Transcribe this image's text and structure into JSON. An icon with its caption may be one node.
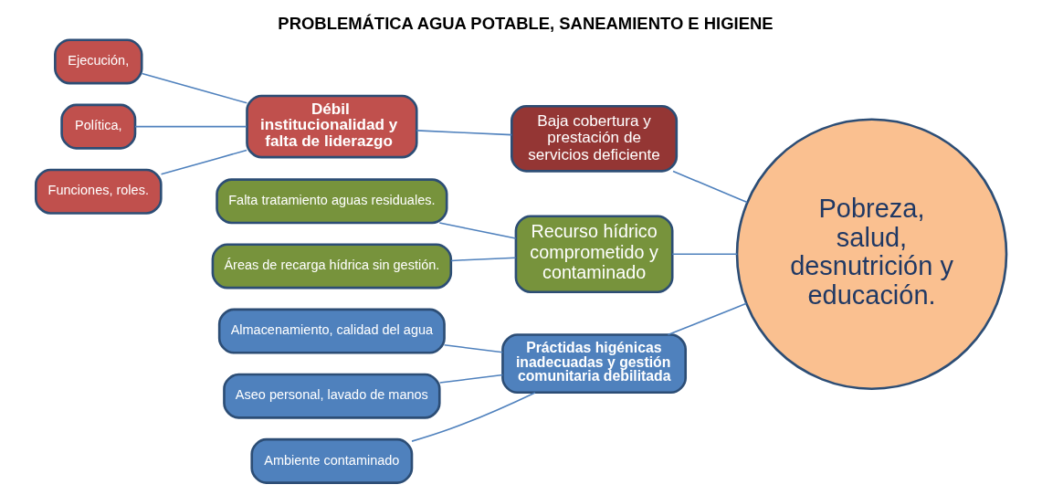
{
  "diagram": {
    "title": "PROBLEMÁTICA AGUA POTABLE, SANEAMIENTO E HIGIENE",
    "nodes": [
      {
        "text": [
          "Ejecución,"
        ]
      },
      {
        "text": [
          "Política,"
        ]
      },
      {
        "text": [
          "Funciones, roles."
        ]
      },
      {
        "text": [
          "Débil institucionalidad y falta de liderazgo"
        ]
      },
      {
        "text": [
          "Baja cobertura y prestación de servicios deficiente"
        ]
      },
      {
        "text": [
          "Falta tratamiento aguas residuales."
        ]
      },
      {
        "text": [
          "Áreas de recarga hídrica sin gestión."
        ]
      },
      {
        "text": [
          "Recurso hídrico comprometido y contaminado"
        ]
      },
      {
        "text": [
          "Almacenamiento, calidad del agua"
        ]
      },
      {
        "text": [
          "Aseo personal, lavado de manos"
        ]
      },
      {
        "text": [
          "Ambiente contaminado"
        ]
      },
      {
        "text": [
          "Práctidas higénicas inadecuadas y gestión comunitaria debilitada"
        ]
      },
      {
        "text": [
          "Pobreza, salud, desnutrición y educación."
        ]
      }
    ],
    "edges": [
      {
        "from": 0,
        "to": 3,
        "arrow": "none"
      },
      {
        "from": 1,
        "to": 3,
        "arrow": "none"
      },
      {
        "from": 2,
        "to": 3,
        "arrow": "none"
      },
      {
        "from": 3,
        "to": 4,
        "arrow": "none"
      },
      {
        "from": 5,
        "to": 7,
        "arrow": "none"
      },
      {
        "from": 6,
        "to": 7,
        "arrow": "none"
      },
      {
        "from": 8,
        "to": 11,
        "arrow": "none"
      },
      {
        "from": 9,
        "to": 11,
        "arrow": "none"
      },
      {
        "from": 10,
        "to": 11,
        "arrow": "none"
      },
      {
        "from": 4,
        "to": 12,
        "arrow": "none"
      },
      {
        "from": 7,
        "to": 12,
        "arrow": "none"
      },
      {
        "from": 11,
        "to": 12,
        "arrow": "none"
      }
    ]
  }
}
